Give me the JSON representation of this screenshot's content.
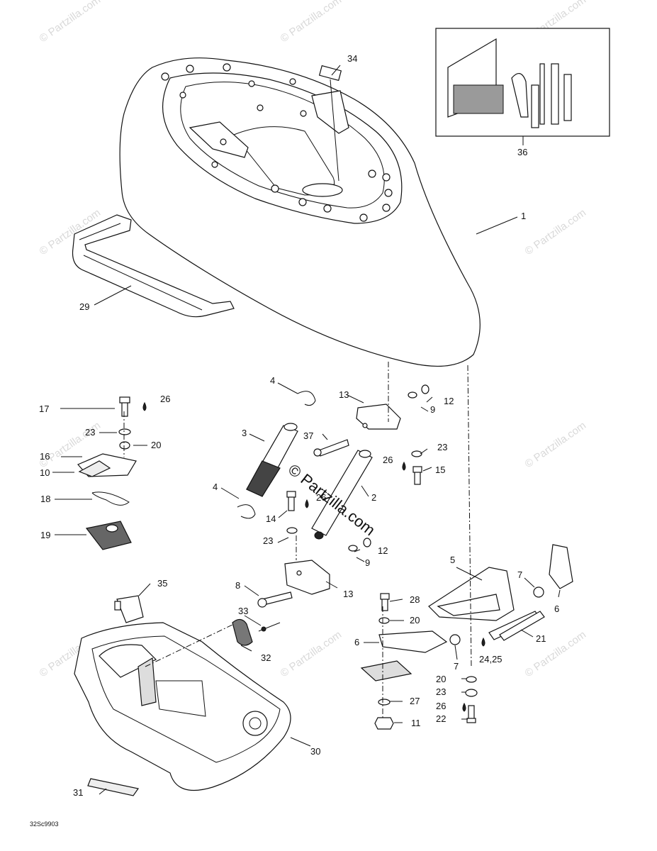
{
  "watermarks": {
    "text": "© Partzilla.com",
    "center_text": "© Partzilla.com"
  },
  "callouts": [
    "1",
    "2",
    "3",
    "4",
    "4",
    "5",
    "6",
    "6",
    "7",
    "7",
    "8",
    "9",
    "9",
    "10",
    "11",
    "12",
    "12",
    "13",
    "13",
    "14",
    "15",
    "16",
    "17",
    "18",
    "19",
    "20",
    "20",
    "20",
    "21",
    "22",
    "23",
    "23",
    "23",
    "23",
    "24,25",
    "26",
    "26",
    "26",
    "26",
    "27",
    "28",
    "29",
    "30",
    "31",
    "32",
    "33",
    "34",
    "35",
    "36",
    "37"
  ],
  "drawing_code": "32Sc9903"
}
